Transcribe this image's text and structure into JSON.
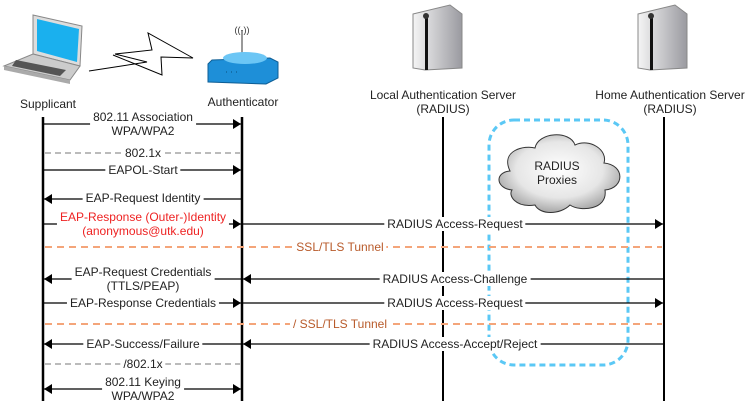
{
  "colors": {
    "tunnel": "#f4a57a",
    "tunnel_text": "#b85a2a",
    "dashed_802": "#bbbbbb",
    "proxy_box": "#5bc8f5",
    "highlight": "#ee2222",
    "router": "#1e8fd8"
  },
  "entities": [
    {
      "name": "Supplicant",
      "icon": "laptop-icon"
    },
    {
      "name": "Authenticator",
      "icon": "wireless-router-icon"
    },
    {
      "name": "Local Authentication Server",
      "sub": "(RADIUS)",
      "icon": "server-icon"
    },
    {
      "name": "Home Authentication Server",
      "sub": "(RADIUS)",
      "icon": "server-icon"
    }
  ],
  "proxy": {
    "line1": "RADIUS",
    "line2": "Proxies"
  },
  "messages": {
    "assoc": {
      "l1": "802.11 Association",
      "l2": "WPA/WPA2"
    },
    "dot1x": "802.1x",
    "eapol": "EAPOL-Start",
    "req_id": "EAP-Request Identity",
    "resp_id": {
      "l1": "EAP-Response (Outer-)Identity",
      "l2": "(anonymous@utk.edu)"
    },
    "radius_req1": "RADIUS Access-Request",
    "tunnel_start": "SSL/TLS Tunnel",
    "req_cred": {
      "l1": "EAP-Request Credentials",
      "l2": "(TTLS/PEAP)"
    },
    "radius_chal": "RADIUS Access-Challenge",
    "resp_cred": "EAP-Response Credentials",
    "radius_req2": "RADIUS Access-Request",
    "tunnel_end": "/ SSL/TLS Tunnel",
    "success": "EAP-Success/Failure",
    "radius_accept": "RADIUS Access-Accept/Reject",
    "dot1x_end": "/802.1x",
    "keying": {
      "l1": "802.11 Keying",
      "l2": "WPA/WPA2"
    }
  }
}
